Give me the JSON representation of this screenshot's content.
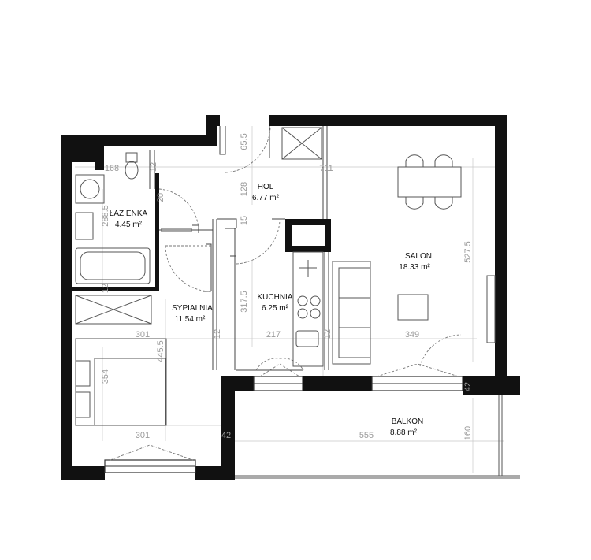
{
  "rooms": {
    "hol": {
      "name": "HOL",
      "area": "6.77 m²"
    },
    "lazienka": {
      "name": "ŁAZIENKA",
      "area": "4.45 m²"
    },
    "salon": {
      "name": "SALON",
      "area": "18.33 m²"
    },
    "kuchnia": {
      "name": "KUCHNIA",
      "area": "6.25 m²"
    },
    "sypialnia": {
      "name": "SYPIALNIA",
      "area": "11.54 m²"
    },
    "balkon": {
      "name": "BALKON",
      "area": "8.88 m²"
    }
  },
  "dimensions": {
    "d_168": "168",
    "d_12_bath": "12",
    "d_711": "711",
    "d_128": "128",
    "d_65_5": "65.5",
    "d_20": "20",
    "d_288_5": "288.5",
    "d_15": "15",
    "d_527_5": "527.5",
    "d_12_bath_bottom": "12",
    "d_317_5": "317.5",
    "d_301_top": "301",
    "d_12_mid": "12",
    "d_217": "217",
    "d_12_kitchen": "12",
    "d_349": "349",
    "d_445_5": "445.5",
    "d_354": "354",
    "d_301_bottom": "301",
    "d_42_left": "42",
    "d_555": "555",
    "d_160": "160",
    "d_42_right": "42"
  }
}
